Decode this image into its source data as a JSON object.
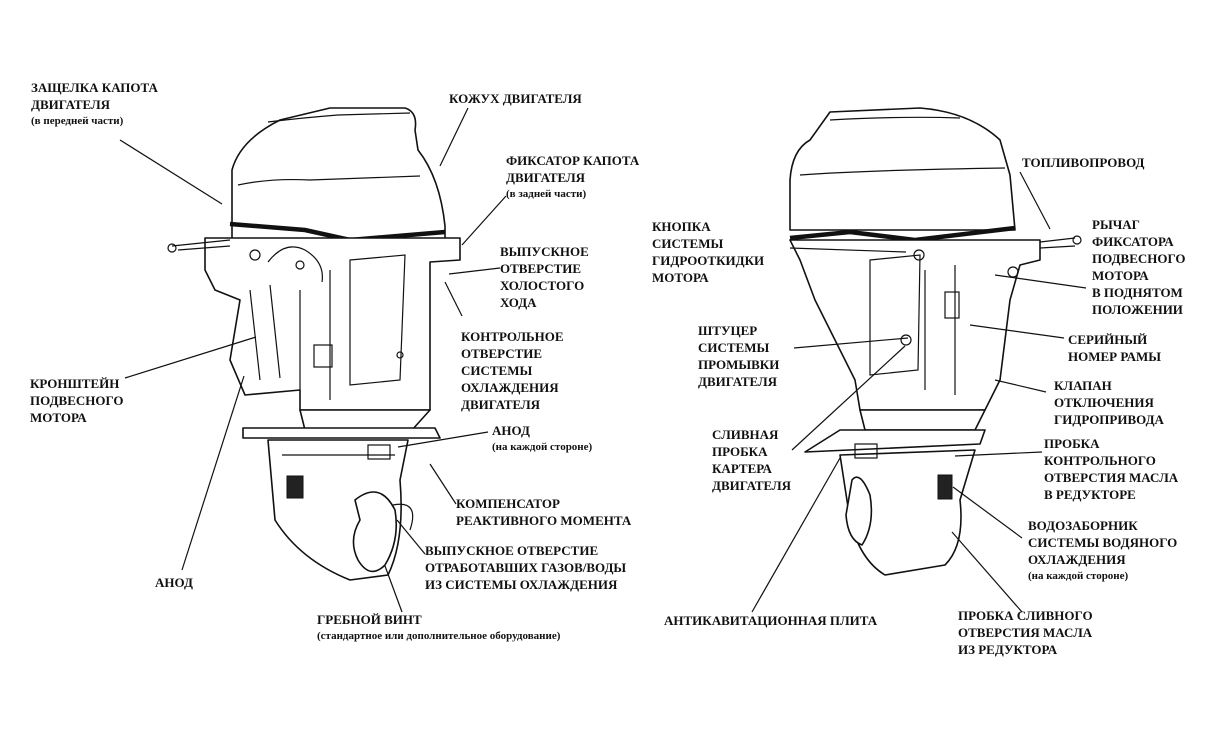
{
  "left_labels": [
    {
      "name": "cowl-latch-front",
      "lines": [
        "ЗАЩЕЛКА КАПОТА",
        "ДВИГАТЕЛЯ"
      ],
      "sub": "(в передней части)"
    },
    {
      "name": "engine-cover",
      "lines": [
        "КОЖУХ ДВИГАТЕЛЯ"
      ],
      "sub": ""
    },
    {
      "name": "cowl-lock-rear",
      "lines": [
        "ФИКСАТОР КАПОТА",
        "ДВИГАТЕЛЯ"
      ],
      "sub": "(в задней части)"
    },
    {
      "name": "idle-exhaust-port",
      "lines": [
        "ВЫПУСКНОЕ",
        "ОТВЕРСТИЕ",
        "ХОЛОСТОГО",
        "ХОДА"
      ],
      "sub": ""
    },
    {
      "name": "cooling-check-port",
      "lines": [
        "КОНТРОЛЬНОЕ",
        "ОТВЕРСТИЕ",
        "СИСТЕМЫ",
        "ОХЛАЖДЕНИЯ",
        "ДВИГАТЕЛЯ"
      ],
      "sub": ""
    },
    {
      "name": "motor-bracket",
      "lines": [
        "КРОНШТЕЙН",
        "ПОДВЕСНОГО",
        "МОТОРА"
      ],
      "sub": ""
    },
    {
      "name": "anode-each-side",
      "lines": [
        "АНОД"
      ],
      "sub": "(на каждой стороне)"
    },
    {
      "name": "trim-tab",
      "lines": [
        "КОМПЕНСАТОР",
        "РЕАКТИВНОГО МОМЕНТА"
      ],
      "sub": ""
    },
    {
      "name": "exhaust-water-outlet",
      "lines": [
        "ВЫПУСКНОЕ ОТВЕРСТИЕ",
        "ОТРАБОТАВШИХ ГАЗОВ/ВОДЫ",
        "ИЗ СИСТЕМЫ ОХЛАЖДЕНИЯ"
      ],
      "sub": ""
    },
    {
      "name": "anode-lower",
      "lines": [
        "АНОД"
      ],
      "sub": ""
    },
    {
      "name": "propeller",
      "lines": [
        "ГРЕБНОЙ ВИНТ"
      ],
      "sub": "(стандартное или дополнительное оборудование)"
    }
  ],
  "right_labels": [
    {
      "name": "fuel-line",
      "lines": [
        "ТОПЛИВОПРОВОД"
      ],
      "sub": ""
    },
    {
      "name": "tilt-button",
      "lines": [
        "КНОПКА",
        "СИСТЕМЫ",
        "ГИДРООТКИДКИ",
        "МОТОРА"
      ],
      "sub": ""
    },
    {
      "name": "tilt-lock-lever",
      "lines": [
        "РЫЧАГ",
        "ФИКСАТОРА",
        "ПОДВЕСНОГО",
        "МОТОРА",
        "В ПОДНЯТОМ",
        "ПОЛОЖЕНИИ"
      ],
      "sub": ""
    },
    {
      "name": "flush-fitting",
      "lines": [
        "ШТУЦЕР",
        "СИСТЕМЫ",
        "ПРОМЫВКИ",
        "ДВИГАТЕЛЯ"
      ],
      "sub": ""
    },
    {
      "name": "serial-number",
      "lines": [
        "СЕРИЙНЫЙ",
        "НОМЕР РАМЫ"
      ],
      "sub": ""
    },
    {
      "name": "hydraulic-valve",
      "lines": [
        "КЛАПАН",
        "ОТКЛЮЧЕНИЯ",
        "ГИДРОПРИВОДА"
      ],
      "sub": ""
    },
    {
      "name": "oil-drain-plug",
      "lines": [
        "СЛИВНАЯ",
        "ПРОБКА",
        "КАРТЕРА",
        "ДВИГАТЕЛЯ"
      ],
      "sub": ""
    },
    {
      "name": "gear-oil-level-plug",
      "lines": [
        "ПРОБКА",
        "КОНТРОЛЬНОГО",
        "ОТВЕРСТИЯ МАСЛА",
        "В РЕДУКТОРЕ"
      ],
      "sub": ""
    },
    {
      "name": "water-intake",
      "lines": [
        "ВОДОЗАБОРНИК",
        "СИСТЕМЫ ВОДЯНОГО",
        "ОХЛАЖДЕНИЯ"
      ],
      "sub": "(на каждой стороне)"
    },
    {
      "name": "anti-cavitation-plate",
      "lines": [
        "АНТИКАВИТАЦИОННАЯ ПЛИТА"
      ],
      "sub": ""
    },
    {
      "name": "gear-oil-drain-plug",
      "lines": [
        "ПРОБКА СЛИВНОГО",
        "ОТВЕРСТИЯ МАСЛА",
        "ИЗ РЕДУКТОРА"
      ],
      "sub": ""
    }
  ]
}
